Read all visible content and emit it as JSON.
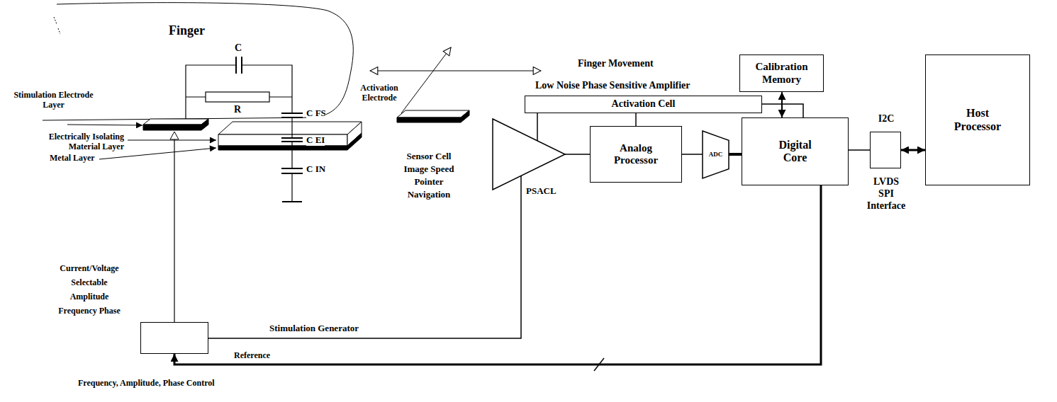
{
  "diagram": {
    "nodes": [
      {
        "text": [
          "Calibration Memory"
        ]
      },
      {
        "text": [
          "Activation Cell"
        ]
      },
      {
        "text": [
          "Analog Processor"
        ]
      },
      {
        "text": [
          "ADC"
        ]
      },
      {
        "text": [
          "Digital Core"
        ]
      },
      {
        "text": [
          "I2C",
          "LVDS SPI Interface"
        ]
      },
      {
        "text": [
          "Host Processor"
        ]
      },
      {
        "text": [
          "Current/Voltage Selectable Amplitude Frequency Phase"
        ]
      },
      {
        "text": [
          "PSACL"
        ]
      }
    ],
    "edges": [
      {
        "from": 4,
        "to": 0,
        "arrow": "both"
      },
      {
        "from": 1,
        "to": 8,
        "arrow": "none"
      },
      {
        "from": 1,
        "to": 2,
        "arrow": "none"
      },
      {
        "from": 1,
        "to": 4,
        "arrow": "none"
      },
      {
        "from": 8,
        "to": 2,
        "arrow": "none"
      },
      {
        "from": 2,
        "to": 3,
        "arrow": "none"
      },
      {
        "from": 3,
        "to": 4,
        "arrow": "none"
      },
      {
        "from": 4,
        "to": 5,
        "arrow": "none"
      },
      {
        "from": 5,
        "to": 6,
        "arrow": "both"
      },
      {
        "from": 4,
        "to": 7,
        "arrow": "to"
      },
      {
        "from": 7,
        "to": 8,
        "arrow": "none",
        "label": "Stimulation Generator"
      }
    ],
    "labels": [
      "Finger",
      "C",
      "R",
      "Finger Movement",
      "Stimulation Electrode Layer",
      "Activation Electrode",
      "Low Noise Phase Sensitive Amplifier",
      "Electrically Isolating Material Layer",
      "C FS",
      "C EI",
      "Metal Layer",
      "C IN",
      "Sensor Cell Image Speed Pointer Navigation",
      "Reference",
      "Frequency, Amplitude, Phase Control"
    ]
  }
}
